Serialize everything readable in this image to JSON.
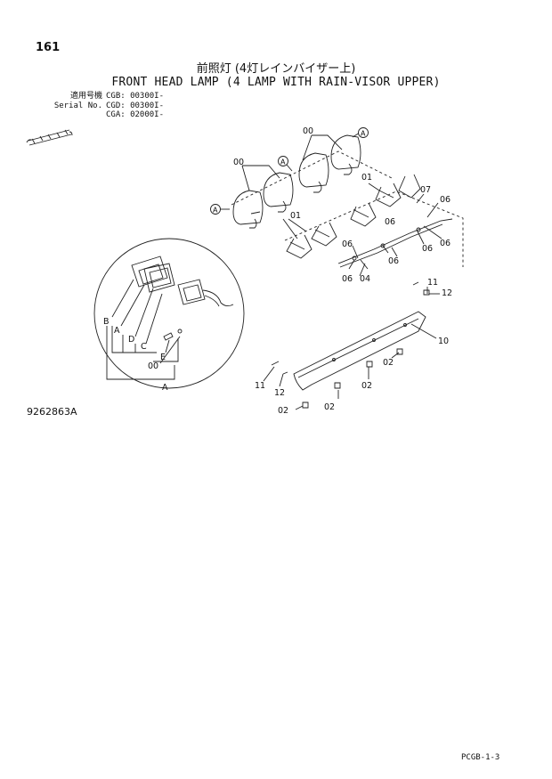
{
  "header": {
    "page_number": "161",
    "title_jp": "前照灯 (4灯レインバイザー上)",
    "title_en": "FRONT HEAD LAMP (4 LAMP WITH RAIN-VISOR UPPER)"
  },
  "serial": {
    "rows": [
      {
        "label": "適用号機",
        "value": "CGB: 00300I-"
      },
      {
        "label": "Serial No.",
        "value": "CGD: 00300I-"
      },
      {
        "label": "",
        "value": "CGA: 02000I-"
      }
    ]
  },
  "callouts": {
    "lamp_set": "00",
    "bracket": "01",
    "bolt": "02",
    "connector": "04",
    "cable": "06",
    "clip": "07",
    "rain_visor": "10",
    "plate": "11",
    "bolt_small": "12",
    "view_marker": "A"
  },
  "detail_letters": {
    "b": "B",
    "a": "A",
    "d": "D",
    "c": "C",
    "e": "E",
    "zero": "00"
  },
  "footer": {
    "figure_id": "9262863A",
    "page_code": "PCGB-1-3"
  }
}
